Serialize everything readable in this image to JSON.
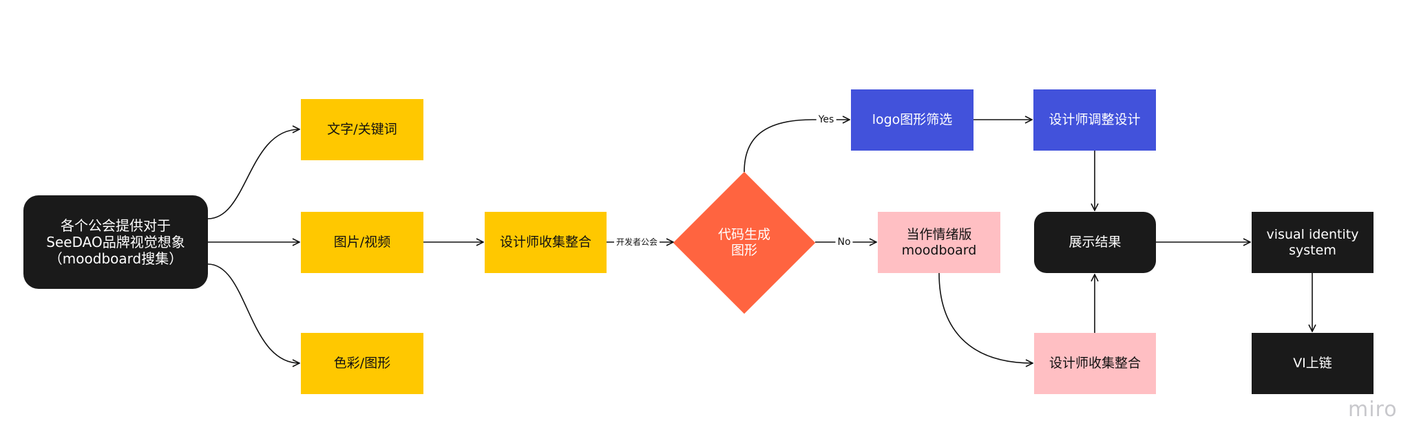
{
  "nodes": {
    "source": "各个公会提供对于\nSeeDAO品牌视觉想象\n（moodboard搜集）",
    "text_keywords": "文字/关键词",
    "image_video": "图片/视频",
    "color_shape": "色彩/图形",
    "designer_collect_1": "设计师收集整合",
    "decision": "代码生成\n图形",
    "logo_filter": "logo图形筛选",
    "designer_adjust": "设计师调整设计",
    "moodboard": "当作情绪版\nmoodboard",
    "display_result": "展示结果",
    "designer_collect_2": "设计师收集整合",
    "visual_identity": "visual identity\nsystem",
    "vi_chain": "VI上链"
  },
  "edges": {
    "dev_guild": "开发者公会",
    "yes": "Yes",
    "no": "No"
  },
  "watermark": "miro",
  "colors": {
    "yellow": "#FFC800",
    "blue": "#4252DB",
    "pink": "#FFBFC3",
    "black": "#1A1A1A",
    "orange": "#FF6440"
  }
}
